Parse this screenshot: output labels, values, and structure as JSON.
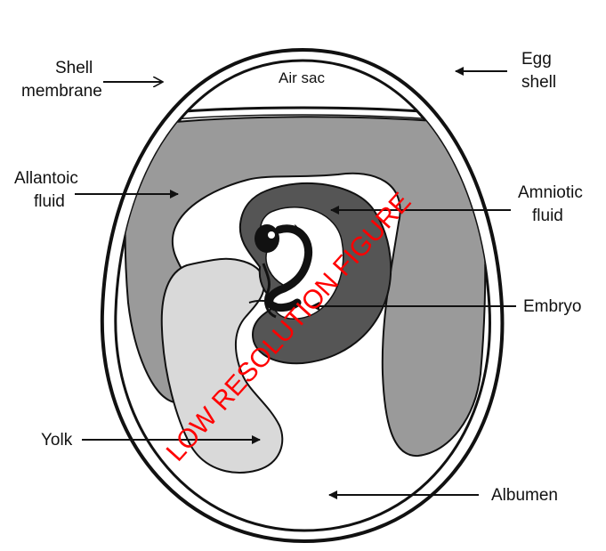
{
  "labels": {
    "shell_membrane_line1": "Shell",
    "shell_membrane_line2": "membrane",
    "egg_shell_line1": "Egg",
    "egg_shell_line2": "shell",
    "air_sac": "Air sac",
    "allantoic_fluid_line1": "Allantoic",
    "allantoic_fluid_line2": "fluid",
    "amniotic_fluid_line1": "Amniotic",
    "amniotic_fluid_line2": "fluid",
    "embryo": "Embryo",
    "yolk": "Yolk",
    "albumen": "Albumen"
  },
  "watermark": "LOW RESOLUTION FIGURE",
  "colors": {
    "outline": "#111111",
    "allantois": "#9a9a9a",
    "amnion": "#555555",
    "yolk": "#d8d8d8",
    "albumen": "#ffffff",
    "watermark": "#ff0000"
  }
}
